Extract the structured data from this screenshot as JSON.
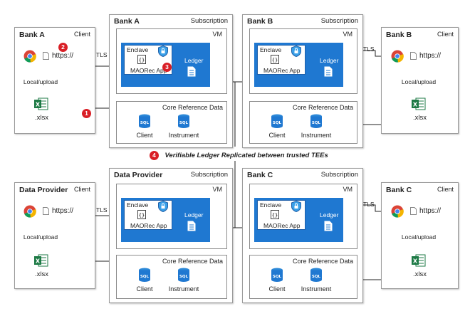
{
  "client_label": "Client",
  "subscription_label": "Subscription",
  "vm_label": "VM",
  "enclave_label": "Enclave",
  "app_label": "MAORec App",
  "ledger_label": "Ledger",
  "core_ref_label": "Core Reference Data",
  "client_db_label": "Client",
  "instrument_db_label": "Instrument",
  "url_text": "https://",
  "tls_label": "TLS",
  "local_upload_label": "Local/upload",
  "file_label": ".xlsx",
  "banner": {
    "number": "4",
    "text": "Verifiable Ledger Replicated between trusted TEEs"
  },
  "badges": {
    "b1": "1",
    "b2": "2",
    "b3": "3"
  },
  "clients": {
    "bank_a": "Bank A",
    "bank_b": "Bank B",
    "data_provider": "Data Provider",
    "bank_c": "Bank C"
  },
  "subscriptions": {
    "bank_a": "Bank A",
    "bank_b": "Bank B",
    "data_provider": "Data Provider",
    "bank_c": "Bank C"
  },
  "colors": {
    "azure_blue": "#1f78d1",
    "badge_red": "#d91f26",
    "excel_green": "#1d7a45"
  }
}
